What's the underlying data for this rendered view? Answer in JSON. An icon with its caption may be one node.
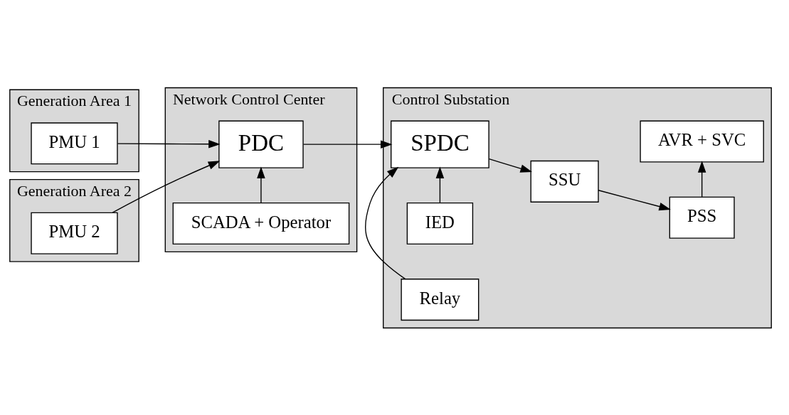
{
  "diagram": {
    "nodes": [
      {
        "text": [
          "Generation Area 1"
        ]
      },
      {
        "text": [
          "PMU 1"
        ],
        "in": 0
      },
      {
        "text": [
          "Generation Area 2"
        ]
      },
      {
        "text": [
          "PMU 2"
        ],
        "in": 2
      },
      {
        "text": [
          "Network Control Center"
        ]
      },
      {
        "text": [
          "PDC"
        ],
        "in": 4
      },
      {
        "text": [
          "SCADA + Operator"
        ],
        "in": 4
      },
      {
        "text": [
          "Control Substation"
        ]
      },
      {
        "text": [
          "IED"
        ],
        "in": 7
      },
      {
        "text": [
          "Relay"
        ],
        "in": 7
      },
      {
        "text": [
          "SPDC"
        ],
        "in": 7
      },
      {
        "text": [
          "SSU"
        ],
        "in": 7
      },
      {
        "text": [
          "PSS"
        ],
        "in": 7
      },
      {
        "text": [
          "AVR + SVC"
        ],
        "in": 7
      }
    ],
    "edges": [
      {
        "from": 1,
        "to": 5,
        "arrow": "to"
      },
      {
        "from": 3,
        "to": 5,
        "arrow": "to"
      },
      {
        "from": 6,
        "to": 5,
        "arrow": "to"
      },
      {
        "from": 5,
        "to": 10,
        "arrow": "to"
      },
      {
        "from": 8,
        "to": 10,
        "arrow": "to"
      },
      {
        "from": 9,
        "to": 10,
        "arrow": "to"
      },
      {
        "from": 10,
        "to": 11,
        "arrow": "to"
      },
      {
        "from": 11,
        "to": 12,
        "arrow": "to"
      },
      {
        "from": 12,
        "to": 13,
        "arrow": "to"
      }
    ]
  }
}
